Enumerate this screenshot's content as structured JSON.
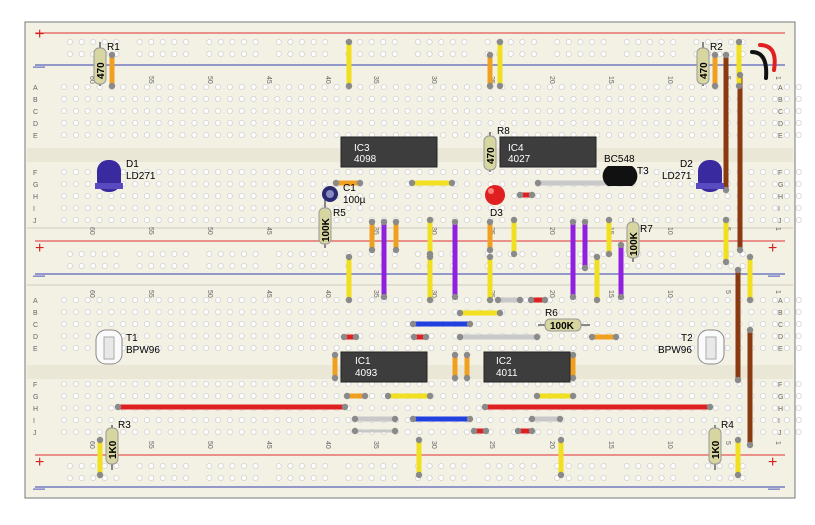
{
  "rails": {
    "plus": "+",
    "minus": "—"
  },
  "row_letters": {
    "upper_a": [
      "A",
      "B",
      "C",
      "D",
      "E"
    ],
    "upper_b": [
      "F",
      "G",
      "H",
      "I",
      "J"
    ],
    "lower_a": [
      "A",
      "B",
      "C",
      "D",
      "E"
    ],
    "lower_b": [
      "F",
      "G",
      "H",
      "I",
      "J"
    ]
  },
  "column_numbers": [
    "60",
    "55",
    "50",
    "45",
    "40",
    "35",
    "30",
    "25",
    "20",
    "15",
    "10",
    "5",
    "1"
  ],
  "components": {
    "R1": {
      "ref": "R1",
      "value": "470"
    },
    "R2": {
      "ref": "R2",
      "value": "470"
    },
    "R3": {
      "ref": "R3",
      "value": "1K0"
    },
    "R4": {
      "ref": "R4",
      "value": "1K0"
    },
    "R5": {
      "ref": "R5",
      "value": "100K"
    },
    "R6": {
      "ref": "R6",
      "value": "100K"
    },
    "R7": {
      "ref": "R7",
      "value": "100K"
    },
    "R8": {
      "ref": "R8",
      "value": "470"
    },
    "IC1": {
      "ref": "IC1",
      "part": "4093"
    },
    "IC2": {
      "ref": "IC2",
      "part": "4011"
    },
    "IC3": {
      "ref": "IC3",
      "part": "4098"
    },
    "IC4": {
      "ref": "IC4",
      "part": "4027"
    },
    "D1": {
      "ref": "D1",
      "part": "LD271"
    },
    "D2": {
      "ref": "D2",
      "part": "LD271"
    },
    "D3": {
      "ref": "D3"
    },
    "T1": {
      "ref": "T1",
      "part": "BPW96"
    },
    "T2": {
      "ref": "T2",
      "part": "BPW96"
    },
    "T3": {
      "ref": "T3",
      "part": "BC548"
    },
    "C1": {
      "ref": "C1",
      "value": "100µ"
    }
  },
  "colors": {
    "board": "#f3f0e4",
    "hole": "#dcdcdc",
    "red_line": "#e03030",
    "blue_line": "#3040b0",
    "ic_body": "#3d3d3d",
    "resistor_body": "#d8d6a0",
    "wire_yellow": "#f0e020",
    "wire_orange": "#f0a020",
    "wire_red": "#e02020",
    "wire_blue": "#2040e0",
    "wire_purple": "#9020e0",
    "wire_brown": "#8a3a10",
    "wire_gray": "#c8c8c8",
    "ir_led": "#3a2aa0"
  }
}
